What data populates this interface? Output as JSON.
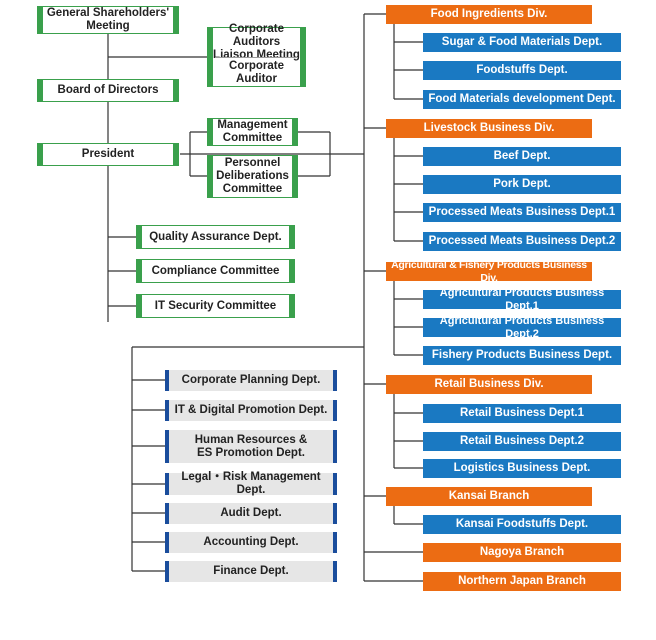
{
  "colors": {
    "green": "#3aa04c",
    "navy": "#1a4d9c",
    "orange": "#ec6c13",
    "blue": "#1a79c2",
    "gray": "#e6e6e6",
    "line": "#333333"
  },
  "governance": {
    "shareholders": "General Shareholders'\nMeeting",
    "auditors_liaison": "Corporate Auditors\nLiaison Meeting",
    "corporate_auditor": "Corporate Auditor",
    "board": "Board of Directors",
    "president": "President",
    "management_committee": "Management\nCommittee",
    "personnel_committee": "Personnel\nDeliberations\nCommittee",
    "quality": "Quality Assurance Dept.",
    "compliance": "Compliance Committee",
    "it_security": "IT Security Committee"
  },
  "admin_depts": [
    "Corporate Planning Dept.",
    "IT & Digital Promotion Dept.",
    "Human Resources &\nES Promotion Dept.",
    "Legal・Risk Management Dept.",
    "Audit Dept.",
    "Accounting Dept.",
    "Finance Dept."
  ],
  "divisions": [
    {
      "name": "Food Ingredients Div.",
      "depts": [
        "Sugar & Food Materials Dept.",
        "Foodstuffs Dept.",
        "Food Materials development Dept."
      ]
    },
    {
      "name": "Livestock Business Div.",
      "depts": [
        "Beef Dept.",
        "Pork Dept.",
        "Processed Meats Business Dept.1",
        "Processed Meats Business Dept.2"
      ]
    },
    {
      "name": "Agricultural & Fishery Products Business Div.",
      "depts": [
        "Agricultural Products Business Dept.1",
        "Agricultural Products Business Dept.2",
        "Fishery Products Business Dept."
      ]
    },
    {
      "name": "Retail Business Div.",
      "depts": [
        "Retail Business Dept.1",
        "Retail Business Dept.2",
        "Logistics Business Dept."
      ]
    },
    {
      "name": "Kansai Branch",
      "depts": [
        "Kansai Foodstuffs Dept."
      ]
    }
  ],
  "branches": [
    "Nagoya Branch",
    "Northern Japan Branch"
  ]
}
